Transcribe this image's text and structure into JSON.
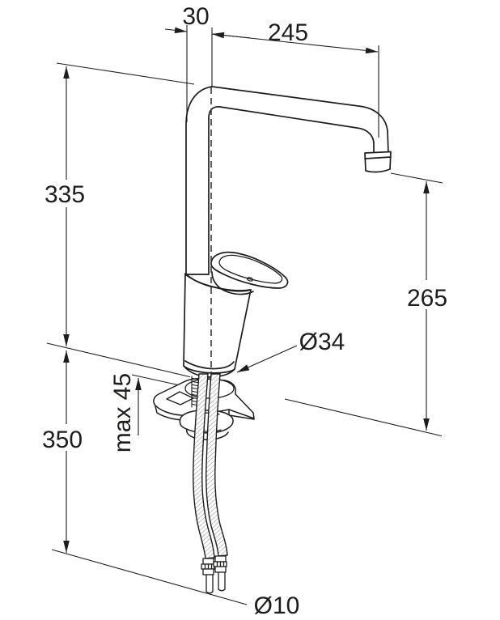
{
  "drawing": {
    "labels": {
      "offset_top": "30",
      "spout_reach": "245",
      "spout_height": "335",
      "outlet_height": "265",
      "below_deck": "350",
      "deck_thickness": "max 45",
      "base_diameter": "Ø34",
      "hose_diameter": "Ø10"
    },
    "colors": {
      "line": "#1d1d1b",
      "background": "#ffffff",
      "hatch": "#9b9b9b"
    }
  }
}
